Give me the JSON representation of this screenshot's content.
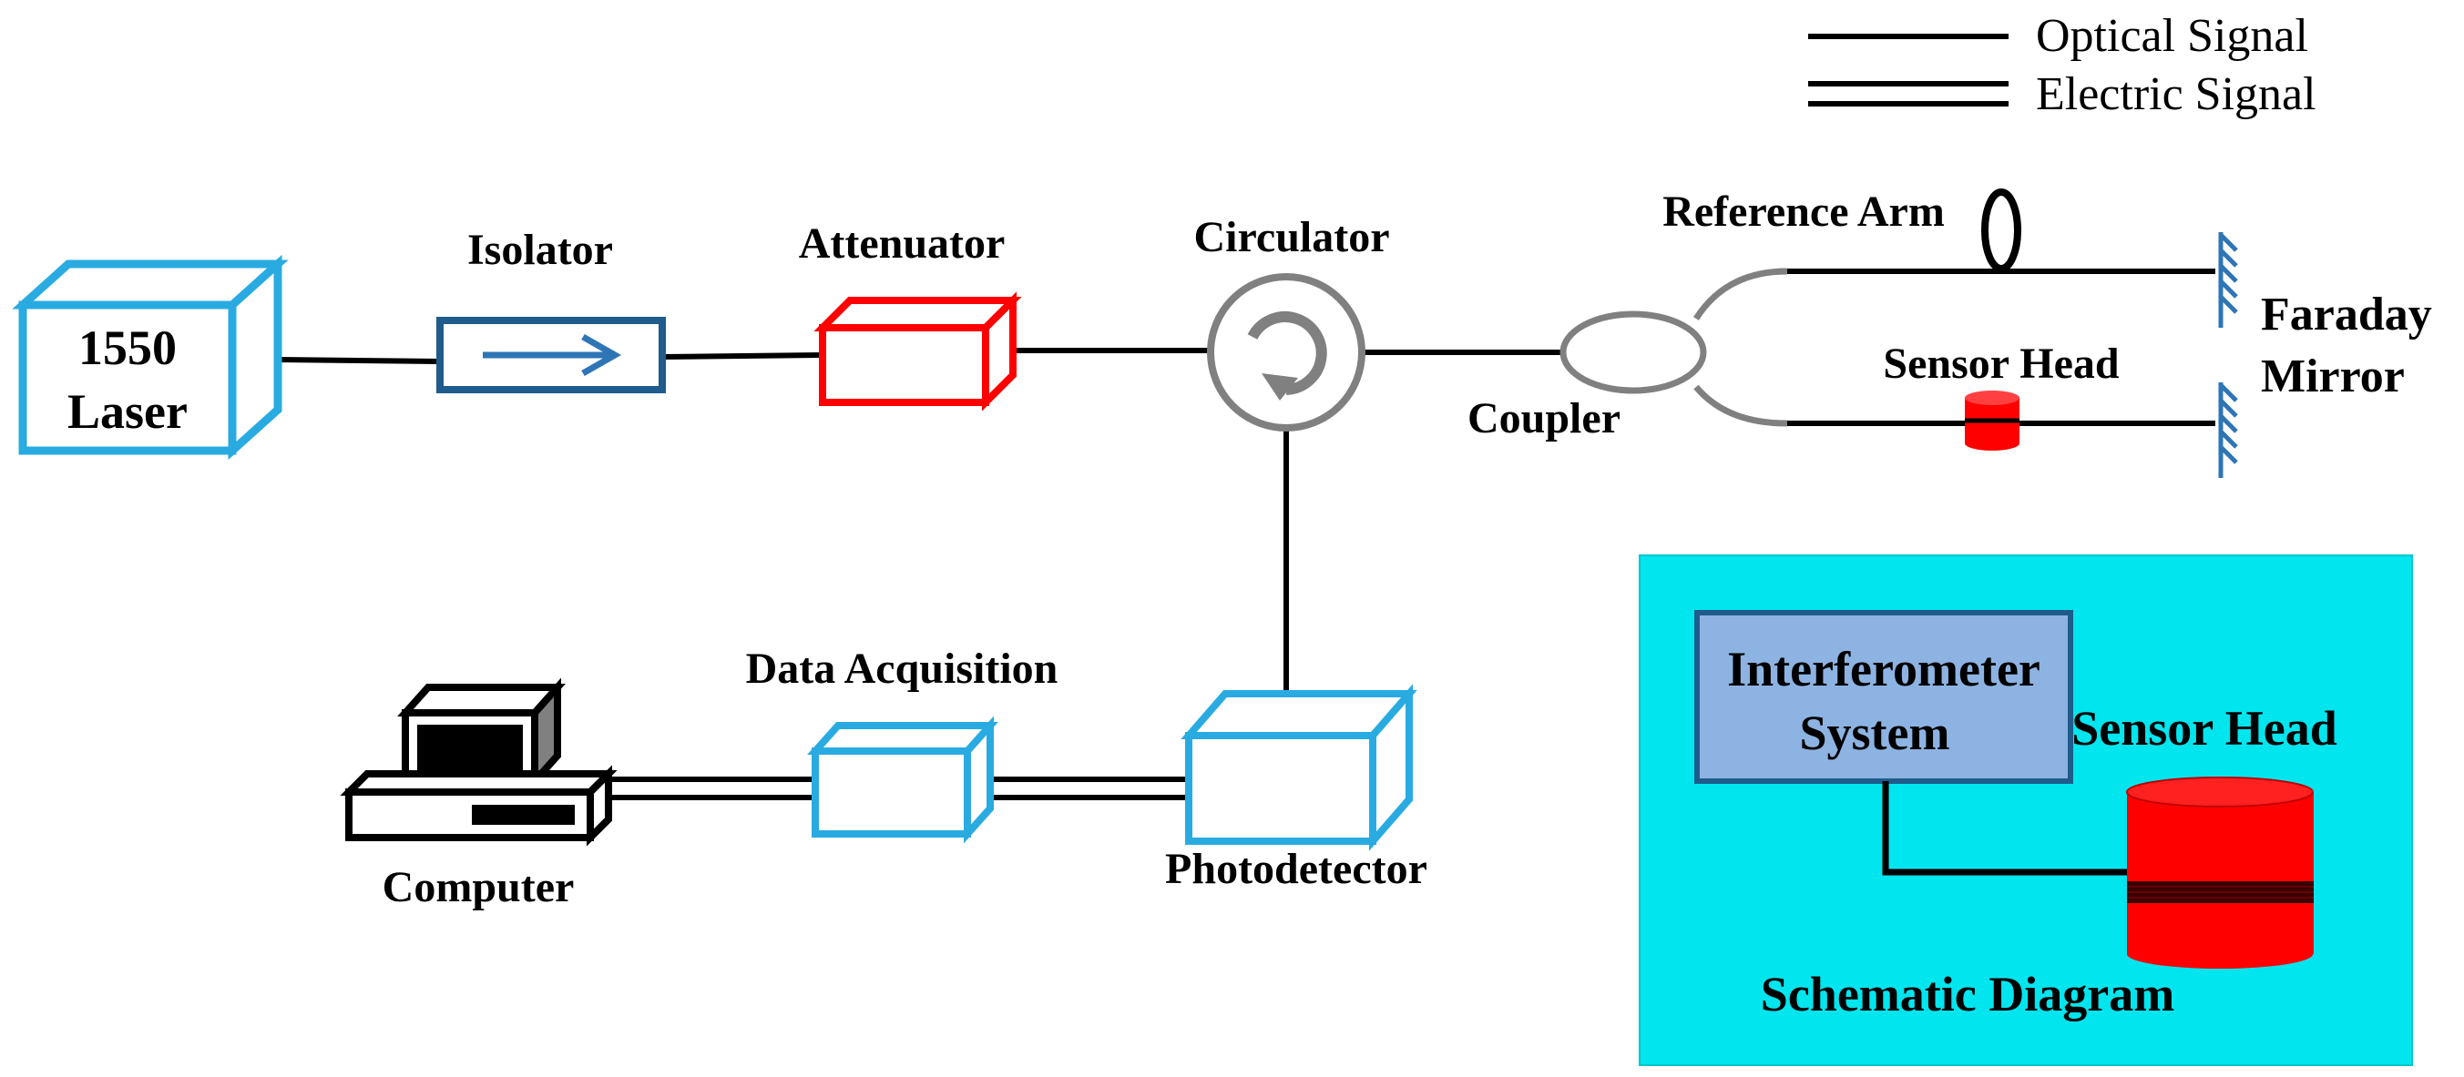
{
  "legend": {
    "optical": "Optical Signal",
    "electric": "Electric Signal"
  },
  "components": {
    "laser_line1": "1550",
    "laser_line2": "Laser",
    "isolator": "Isolator",
    "attenuator": "Attenuator",
    "circulator": "Circulator",
    "coupler": "Coupler",
    "reference_arm": "Reference Arm",
    "sensor_head": "Sensor Head",
    "faraday_line1": "Faraday",
    "faraday_line2": "Mirror",
    "data_acquisition": "Data Acquisition",
    "photodetector": "Photodetector",
    "computer": "Computer"
  },
  "inset": {
    "box_line1": "Interferometer",
    "box_line2": "System",
    "sensor_head": "Sensor Head",
    "caption": "Schematic Diagram"
  },
  "colors": {
    "cyan_box": "#29ABE2",
    "red": "#FF0000",
    "dark_blue": "#1F5C8B",
    "gray": "#808080",
    "inset_bg": "#00E5EE",
    "inset_box": "#8DB3E2"
  }
}
